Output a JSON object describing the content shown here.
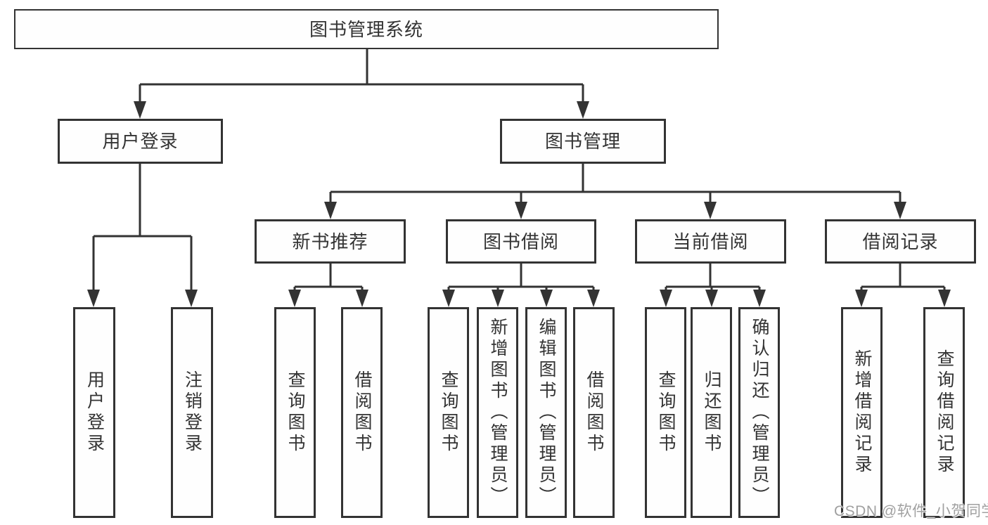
{
  "diagram": {
    "title": "图书管理系统",
    "nodes": {
      "root": {
        "label": "图书管理系统"
      },
      "user_login": {
        "label": "用户登录"
      },
      "book_mgmt": {
        "label": "图书管理"
      },
      "new_books": {
        "label": "新书推荐"
      },
      "book_borrow": {
        "label": "图书借阅"
      },
      "current_borrow": {
        "label": "当前借阅"
      },
      "borrow_records": {
        "label": "借阅记录"
      },
      "login": {
        "label": "用户登录"
      },
      "logout": {
        "label": "注销登录"
      },
      "nb_query": {
        "label": "查询图书"
      },
      "nb_borrow": {
        "label": "借阅图书"
      },
      "bb_query": {
        "label": "查询图书"
      },
      "bb_add": {
        "label": "新增图书（管理员）"
      },
      "bb_edit": {
        "label": "编辑图书（管理员）"
      },
      "bb_borrow": {
        "label": "借阅图书"
      },
      "cb_query": {
        "label": "查询图书"
      },
      "cb_return": {
        "label": "归还图书"
      },
      "cb_confirm": {
        "label": "确认归还（管理员）"
      },
      "br_add": {
        "label": "新增借阅记录"
      },
      "br_query": {
        "label": "查询借阅记录"
      }
    },
    "edges": [
      {
        "from": "root",
        "to": "user_login"
      },
      {
        "from": "root",
        "to": "book_mgmt"
      },
      {
        "from": "user_login",
        "to": "login"
      },
      {
        "from": "user_login",
        "to": "logout"
      },
      {
        "from": "book_mgmt",
        "to": "new_books"
      },
      {
        "from": "book_mgmt",
        "to": "book_borrow"
      },
      {
        "from": "book_mgmt",
        "to": "current_borrow"
      },
      {
        "from": "book_mgmt",
        "to": "borrow_records"
      },
      {
        "from": "new_books",
        "to": "nb_query"
      },
      {
        "from": "new_books",
        "to": "nb_borrow"
      },
      {
        "from": "book_borrow",
        "to": "bb_query"
      },
      {
        "from": "book_borrow",
        "to": "bb_add"
      },
      {
        "from": "book_borrow",
        "to": "bb_edit"
      },
      {
        "from": "book_borrow",
        "to": "bb_borrow"
      },
      {
        "from": "current_borrow",
        "to": "cb_query"
      },
      {
        "from": "current_borrow",
        "to": "cb_return"
      },
      {
        "from": "current_borrow",
        "to": "cb_confirm"
      },
      {
        "from": "borrow_records",
        "to": "br_add"
      },
      {
        "from": "borrow_records",
        "to": "br_query"
      }
    ],
    "watermark": "CSDN @软件_小贺同学",
    "colors": {
      "line": "#333333",
      "text": "#333333",
      "node_fill": "#fefefe",
      "background": "#ffffff",
      "watermark": "#a0a0a0"
    }
  }
}
